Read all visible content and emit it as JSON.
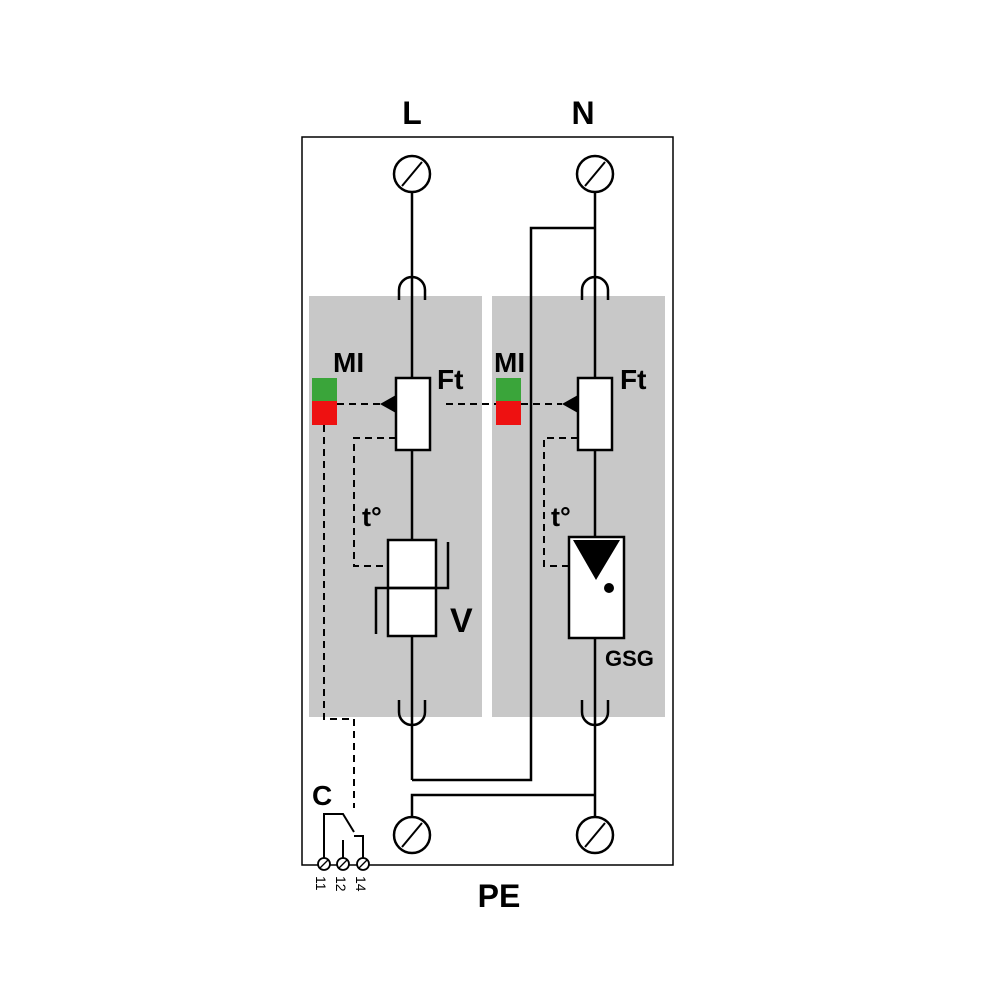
{
  "diagram": {
    "terminal_top_left": "L",
    "terminal_top_right": "N",
    "terminal_bottom": "PE",
    "left_module": {
      "indicator_label": "MI",
      "fuse_label": "Ft",
      "thermal_label": "t°",
      "component_label": "V"
    },
    "right_module": {
      "indicator_label": "MI",
      "fuse_label": "Ft",
      "thermal_label": "t°",
      "component_label": "GSG"
    },
    "contact_label": "C",
    "contact_pins": [
      "11",
      "12",
      "14"
    ]
  },
  "colors": {
    "module_fill": "#c8c8c8",
    "indicator_ok": "#3aa53a",
    "indicator_fault": "#ee1111",
    "line": "#000000"
  }
}
